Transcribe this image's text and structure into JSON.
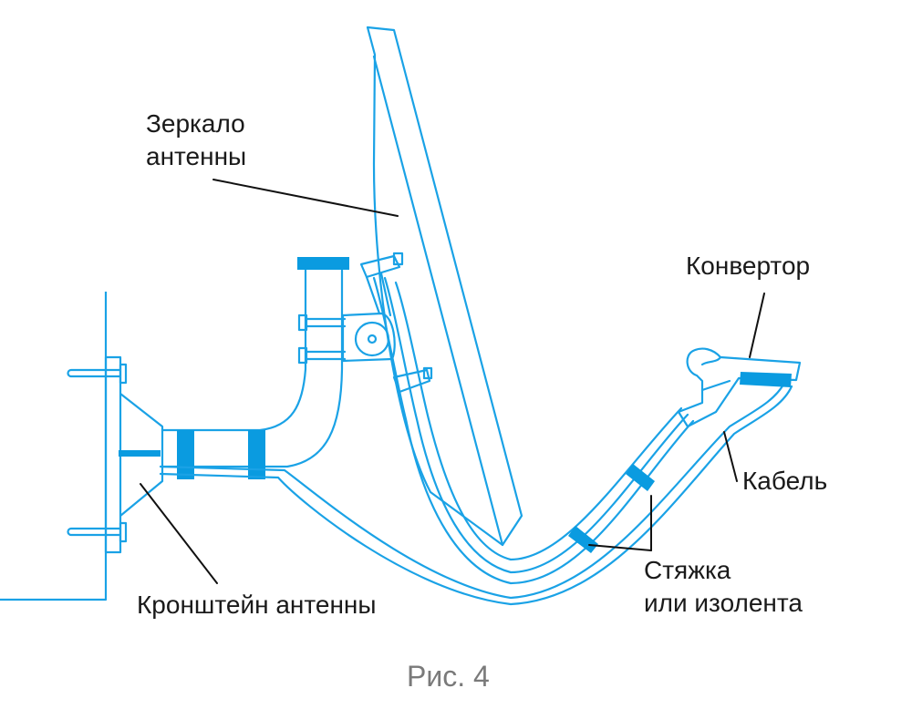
{
  "colors": {
    "line": "#1aa2e6",
    "accent": "#0a9be0",
    "text": "#1a1a1a",
    "leader": "#111111",
    "caption": "#7a7a7a"
  },
  "labels": {
    "mirror": [
      "Зеркало",
      "антенны"
    ],
    "converter": "Конвертор",
    "cable": "Кабель",
    "tie": [
      "Стяжка",
      "или изолента"
    ],
    "bracket": "Кронштейн антенны"
  },
  "caption": "Рис. 4"
}
